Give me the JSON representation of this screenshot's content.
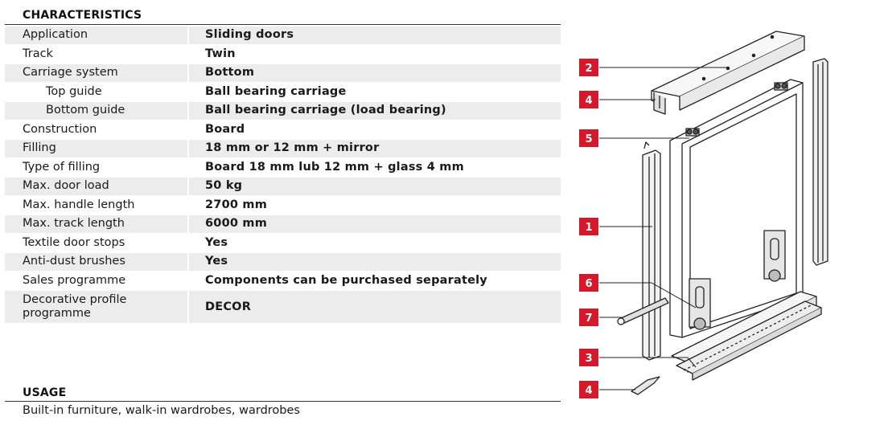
{
  "characteristics": {
    "title": "CHARACTERISTICS",
    "rows": [
      {
        "key": "Application",
        "value": "Sliding doors",
        "indent": false
      },
      {
        "key": "Track",
        "value": "Twin",
        "indent": false
      },
      {
        "key": "Carriage system",
        "value": "Bottom",
        "indent": false
      },
      {
        "key": "Top guide",
        "value": "Ball bearing carriage",
        "indent": true
      },
      {
        "key": "Bottom guide",
        "value": "Ball bearing carriage (load bearing)",
        "indent": true
      },
      {
        "key": "Construction",
        "value": "Board",
        "indent": false
      },
      {
        "key": "Filling",
        "value": "18 mm or 12 mm + mirror",
        "indent": false
      },
      {
        "key": "Type of filling",
        "value": "Board 18 mm lub 12 mm + glass 4 mm",
        "indent": false
      },
      {
        "key": "Max. door load",
        "value": "50 kg",
        "indent": false
      },
      {
        "key": "Max. handle length",
        "value": "2700 mm",
        "indent": false
      },
      {
        "key": "Max. track length",
        "value": "6000 mm",
        "indent": false
      },
      {
        "key": "Textile door stops",
        "value": "Yes",
        "indent": false
      },
      {
        "key": "Anti-dust brushes",
        "value": "Yes",
        "indent": false
      },
      {
        "key": "Sales programme",
        "value": "Components can be purchased separately",
        "indent": false
      },
      {
        "key": "Decorative profile\nprogramme",
        "value": "DECOR",
        "indent": false
      }
    ]
  },
  "usage": {
    "title": "USAGE",
    "text": "Built-in furniture, walk-in wardrobes, wardrobes"
  },
  "diagram": {
    "badge_color": "#d7182a",
    "labels": [
      "2",
      "4",
      "5",
      "1",
      "6",
      "7",
      "3",
      "4"
    ]
  }
}
